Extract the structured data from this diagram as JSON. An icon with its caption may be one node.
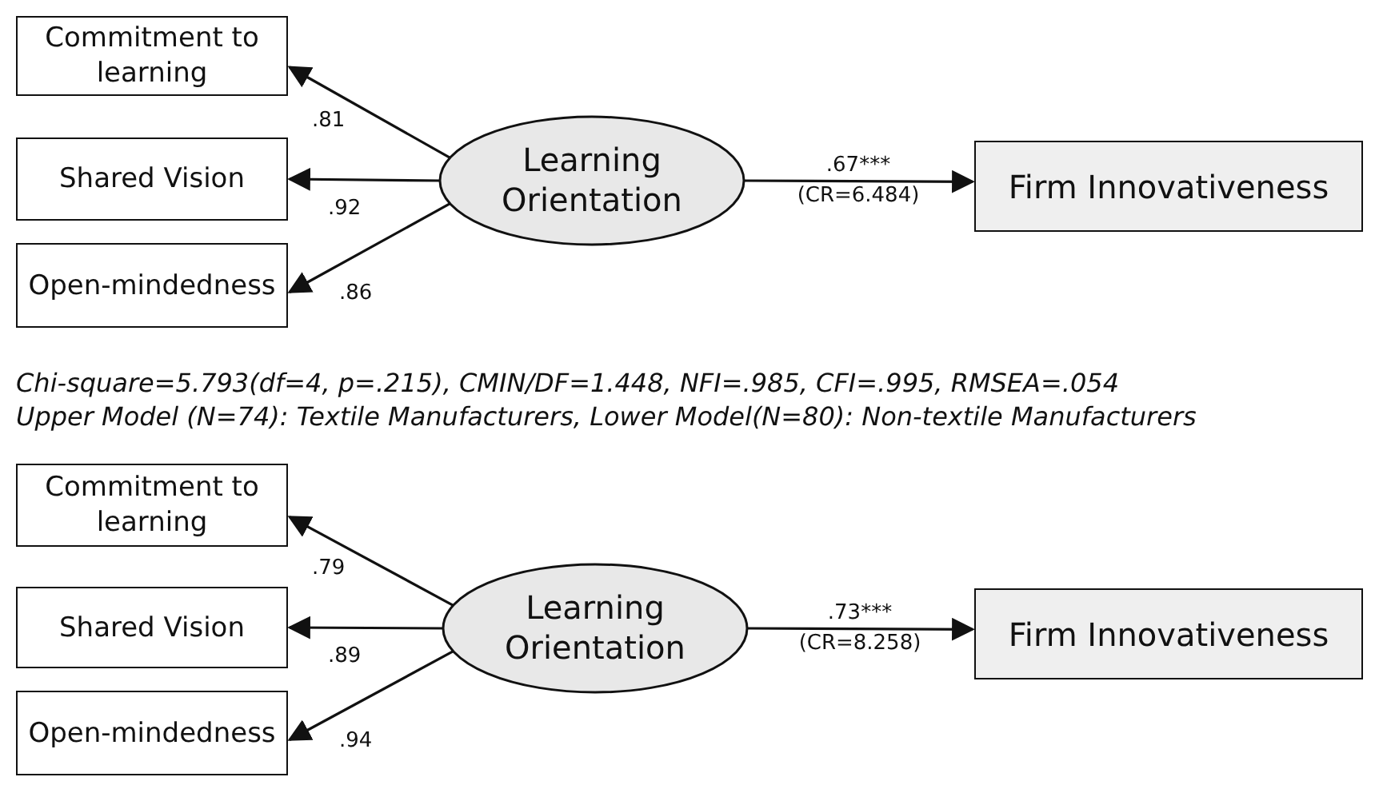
{
  "diagram": {
    "nodes": [
      {
        "text": [
          "Commitment to learning"
        ]
      },
      {
        "text": [
          "Shared Vision"
        ]
      },
      {
        "text": [
          "Open-mindedness"
        ]
      },
      {
        "text": [
          "Learning Orientation"
        ]
      },
      {
        "text": [
          "Firm Innovativeness"
        ]
      },
      {
        "text": [
          "Commitment to learning"
        ]
      },
      {
        "text": [
          "Shared Vision"
        ]
      },
      {
        "text": [
          "Open-mindedness"
        ]
      },
      {
        "text": [
          "Learning Orientation"
        ]
      },
      {
        "text": [
          "Firm Innovativeness"
        ]
      }
    ],
    "edges": [
      {
        "from": 3,
        "to": 0,
        "arrow": "to",
        "label": ".81"
      },
      {
        "from": 3,
        "to": 1,
        "arrow": "to",
        "label": ".92"
      },
      {
        "from": 3,
        "to": 2,
        "arrow": "to",
        "label": ".86"
      },
      {
        "from": 3,
        "to": 4,
        "arrow": "to",
        "label": ".67*** (CR=6.484)"
      },
      {
        "from": 8,
        "to": 5,
        "arrow": "to",
        "label": ".79"
      },
      {
        "from": 8,
        "to": 6,
        "arrow": "to",
        "label": ".89"
      },
      {
        "from": 8,
        "to": 7,
        "arrow": "to",
        "label": ".94"
      },
      {
        "from": 8,
        "to": 9,
        "arrow": "to",
        "label": ".73*** (CR=8.258)"
      }
    ],
    "labels": [
      "Chi-square=5.793(df=4, p=.215), CMIN/DF=1.448, NFI=.985, CFI=.995, RMSEA=.054",
      "Upper Model (N=74): Textile Manufacturers, Lower Model(N=80): Non-textile Manufacturers"
    ]
  }
}
